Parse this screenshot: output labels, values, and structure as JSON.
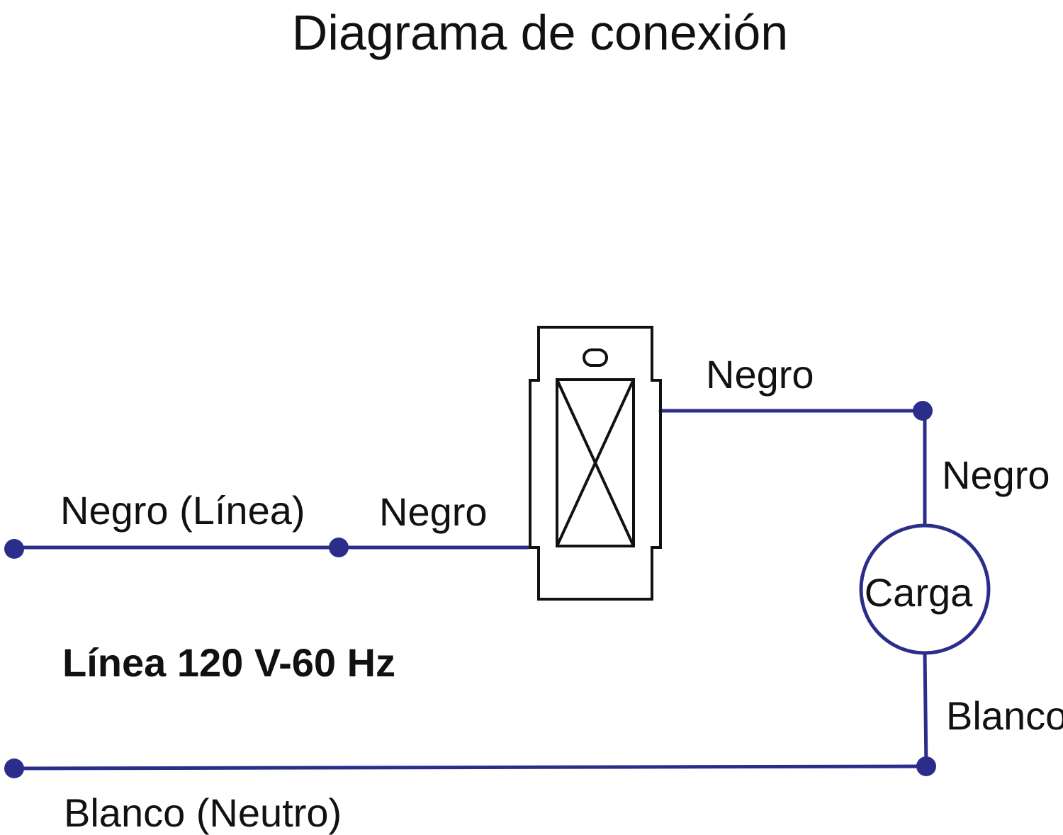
{
  "title": "Diagrama de conexión",
  "colors": {
    "wire": "#2b2d8a",
    "outline": "#111111",
    "background": "#ffffff"
  },
  "labels": {
    "line_black": "Negro (Línea)",
    "black_to_switch": "Negro",
    "black_from_switch": "Negro",
    "black_to_load": "Negro",
    "load": "Carga",
    "white_from_load": "Blanco",
    "supply": "Línea 120 V-60 Hz",
    "neutral_white": "Blanco (Neutro)"
  }
}
